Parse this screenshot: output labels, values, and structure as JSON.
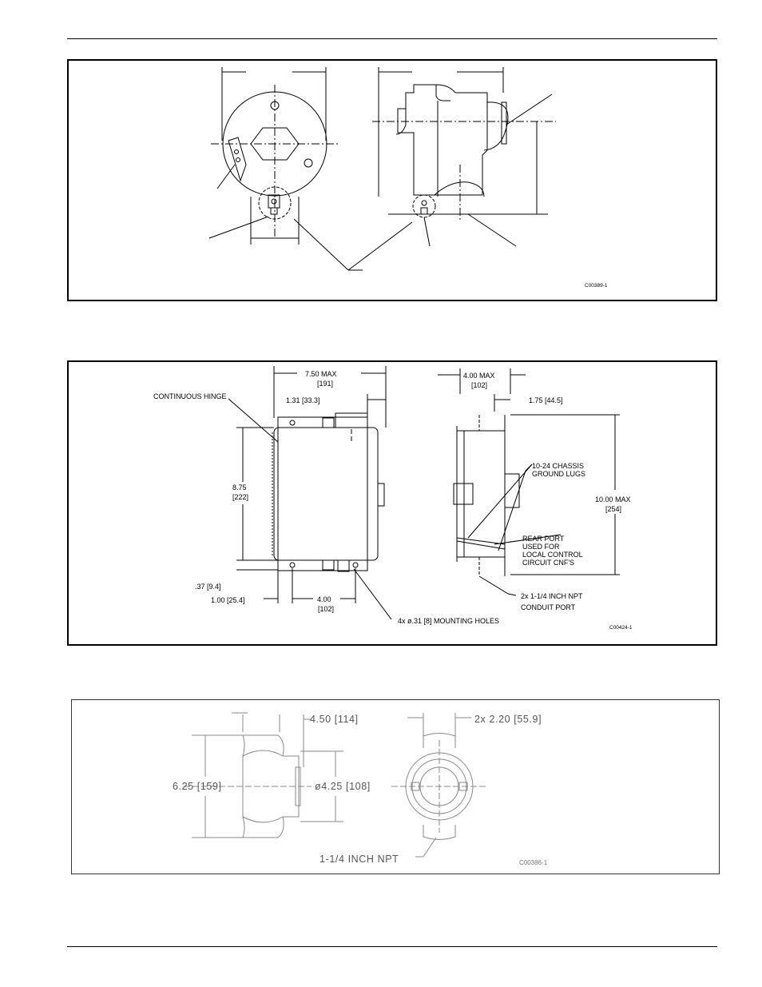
{
  "figure1": {
    "code": "C00389-1"
  },
  "figure2": {
    "code": "C00424-1",
    "labels": {
      "width_max": "7.50 MAX",
      "width_max_mm": "[191]",
      "offset_131": "1.31 [33.3]",
      "continuous_hinge": "CONTINUOUS HINGE",
      "height_875": "8.75",
      "height_875_mm": "[222]",
      "dim_037": ".37 [9.4]",
      "dim_100": "1.00 [25.4]",
      "dim_400": "4.00",
      "dim_400_mm": "[102]",
      "mounting_holes": "4x ø.31 [8] MOUNTING HOLES",
      "depth_max": "4.00 MAX",
      "depth_max_mm": "[102]",
      "dim_175": "1.75 [44.5]",
      "ground_lugs_1": "10-24 CHASSIS",
      "ground_lugs_2": "GROUND LUGS",
      "height_max": "10.00 MAX",
      "height_max_mm": "[254]",
      "rear_port_1": "REAR PORT",
      "rear_port_2": "USED FOR",
      "rear_port_3": "LOCAL CONTROL",
      "rear_port_4": "CIRCUIT CNF'S",
      "conduit_1": "2x 1-1/4 INCH NPT",
      "conduit_2": "CONDUIT PORT"
    }
  },
  "figure3": {
    "code": "C00386-1",
    "labels": {
      "dim_450": "4.50 [114]",
      "dim_220": "2x 2.20 [55.9]",
      "dim_625": "6.25 [159]",
      "dim_425": "ø4.25 [108]",
      "npt": "1-1/4 INCH NPT"
    }
  }
}
